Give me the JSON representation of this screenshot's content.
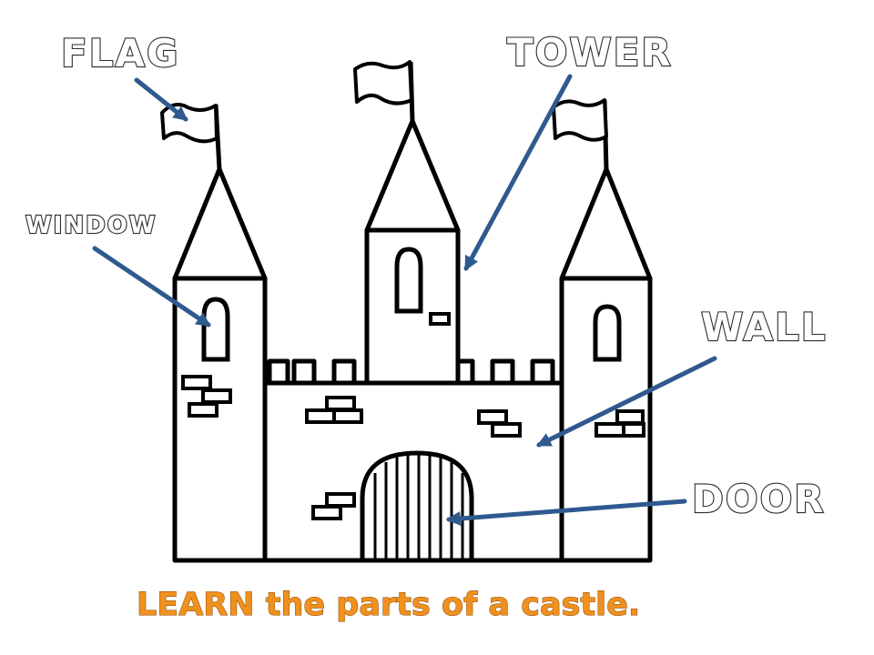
{
  "labels": {
    "flag": "FLAG",
    "tower": "TOWER",
    "window": "WINDOW",
    "wall": "WALL",
    "door": "DOOR"
  },
  "caption": "LEARN the parts of a castle.",
  "colors": {
    "arrow": "#2e5a8f",
    "caption": "#f0901e",
    "outline": "#000000",
    "label_fill": "#ffffff",
    "label_stroke": "#2d2d2d"
  }
}
